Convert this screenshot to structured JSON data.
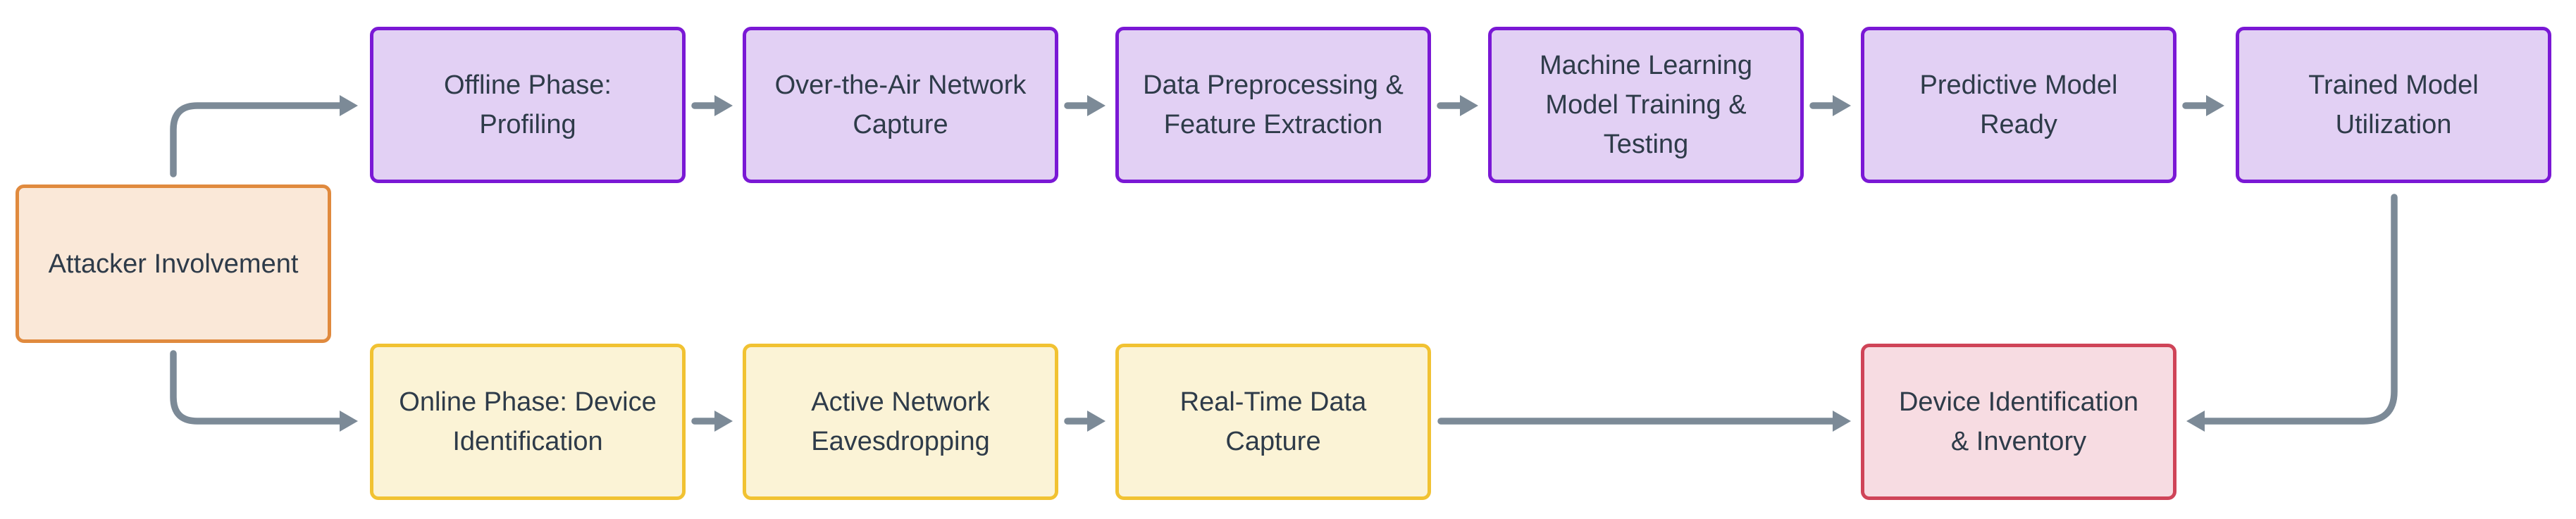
{
  "diagram": {
    "type": "flowchart",
    "background": "#FFFFFF",
    "nodes": {
      "attacker": {
        "label": "Attacker Involvement",
        "lines": [
          "Attacker Involvement"
        ],
        "fill": "#FAE8D8",
        "border": "#E08A3E"
      },
      "offline": {
        "label": "Offline Phase: Profiling",
        "lines": [
          "Offline Phase:",
          "Profiling"
        ],
        "fill": "#E2D0F4",
        "border": "#7A18D5"
      },
      "ota": {
        "label": "Over-the-Air Network Capture",
        "lines": [
          "Over-the-Air Network",
          "Capture"
        ],
        "fill": "#E2D0F4",
        "border": "#7A18D5"
      },
      "preprocess": {
        "label": "Data Preprocessing & Feature Extraction",
        "lines": [
          "Data Preprocessing &",
          "Feature Extraction"
        ],
        "fill": "#E2D0F4",
        "border": "#7A18D5"
      },
      "training": {
        "label": "Machine Learning Model Training & Testing",
        "lines": [
          "Machine Learning",
          "Model Training &",
          "Testing"
        ],
        "fill": "#E2D0F4",
        "border": "#7A18D5"
      },
      "ready": {
        "label": "Predictive Model Ready",
        "lines": [
          "Predictive Model",
          "Ready"
        ],
        "fill": "#E2D0F4",
        "border": "#7A18D5"
      },
      "utilization": {
        "label": "Trained Model Utilization",
        "lines": [
          "Trained Model",
          "Utilization"
        ],
        "fill": "#E2D0F4",
        "border": "#7A18D5"
      },
      "online": {
        "label": "Online Phase: Device Identification",
        "lines": [
          "Online Phase: Device",
          "Identification"
        ],
        "fill": "#FBF3D6",
        "border": "#F1C232"
      },
      "eavesdropping": {
        "label": "Active Network Eavesdropping",
        "lines": [
          "Active Network",
          "Eavesdropping"
        ],
        "fill": "#FBF3D6",
        "border": "#F1C232"
      },
      "realtime": {
        "label": "Real-Time Data Capture",
        "lines": [
          "Real-Time Data",
          "Capture"
        ],
        "fill": "#FBF3D6",
        "border": "#F1C232"
      },
      "inventory": {
        "label": "Device Identification & Inventory",
        "lines": [
          "Device Identification",
          "& Inventory"
        ],
        "fill": "#F7DCE2",
        "border": "#CF4458"
      }
    },
    "edges": [
      {
        "from": "attacker",
        "to": "offline"
      },
      {
        "from": "attacker",
        "to": "online"
      },
      {
        "from": "offline",
        "to": "ota"
      },
      {
        "from": "ota",
        "to": "preprocess"
      },
      {
        "from": "preprocess",
        "to": "training"
      },
      {
        "from": "training",
        "to": "ready"
      },
      {
        "from": "ready",
        "to": "utilization"
      },
      {
        "from": "online",
        "to": "eavesdropping"
      },
      {
        "from": "eavesdropping",
        "to": "realtime"
      },
      {
        "from": "realtime",
        "to": "inventory"
      },
      {
        "from": "utilization",
        "to": "inventory"
      }
    ],
    "colors": {
      "edge": "#7C8A97",
      "text": "#2E3B49",
      "purple_border": "#7A18D5",
      "purple_fill": "#E2D0F4",
      "yellow_border": "#F1C232",
      "yellow_fill": "#FBF3D6",
      "orange_border": "#E08A3E",
      "orange_fill": "#FAE8D8",
      "red_border": "#CF4458",
      "red_fill": "#F7DCE2"
    }
  }
}
